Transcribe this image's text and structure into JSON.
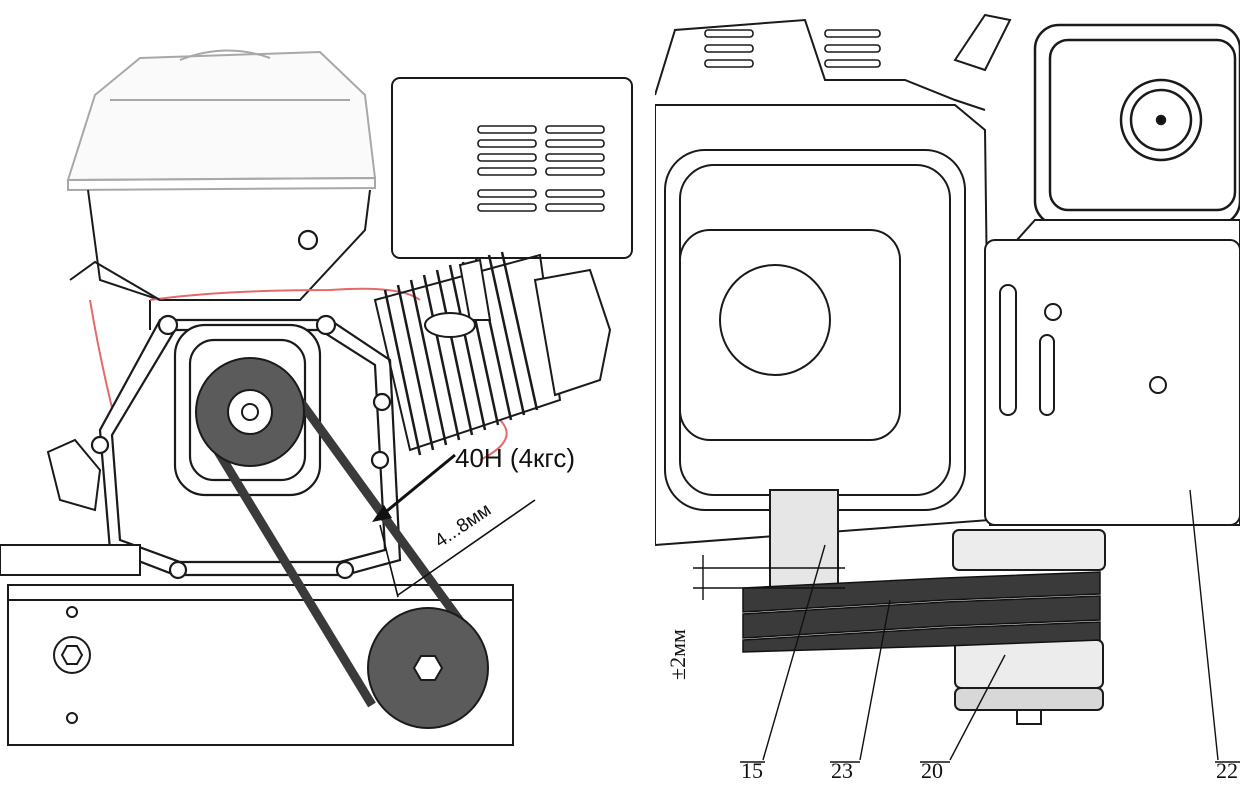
{
  "left_diagram": {
    "force_label": "40Н (4кгс)",
    "deflection_label": "4...8мм"
  },
  "right_diagram": {
    "alignment_label": "±2мм",
    "callouts": [
      "15",
      "23",
      "20",
      "22"
    ]
  },
  "colors": {
    "line": "#1a1a1a",
    "light_line": "#9a9a9a",
    "wire": "#e26a6a",
    "belt": "#3a3a3a",
    "pulley": "#5b5b5b"
  }
}
